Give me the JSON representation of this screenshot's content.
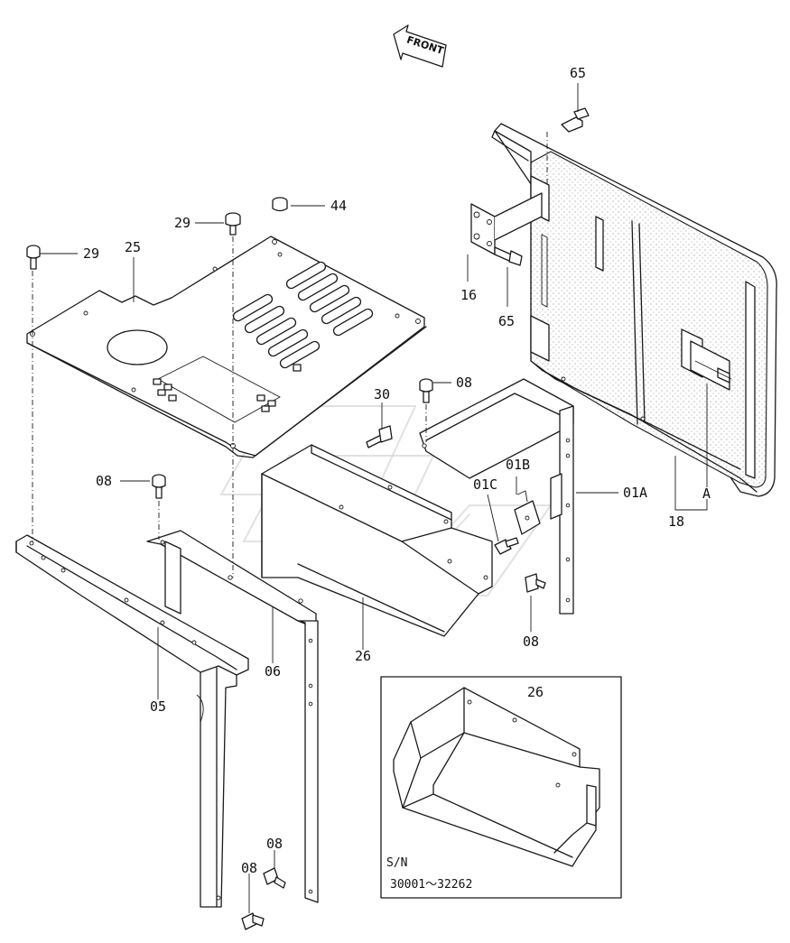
{
  "direction_marker": {
    "label": "FRONT"
  },
  "callouts": {
    "c65_top": "65",
    "c44": "44",
    "c29_mid": "29",
    "c29_left": "29",
    "c25": "25",
    "c16": "16",
    "c65_mid": "65",
    "c08_a": "08",
    "c30": "30",
    "c01B": "01B",
    "c01C": "01C",
    "c01A": "01A",
    "c08_b": "08",
    "c08_c": "08",
    "cA": "A",
    "c18": "18",
    "c26_main": "26",
    "c06": "06",
    "c05": "05",
    "c26_inset": "26",
    "c08_d": "08",
    "c08_e": "08"
  },
  "inset": {
    "serial_label": "S/N",
    "serial_range": "30001～32262"
  }
}
